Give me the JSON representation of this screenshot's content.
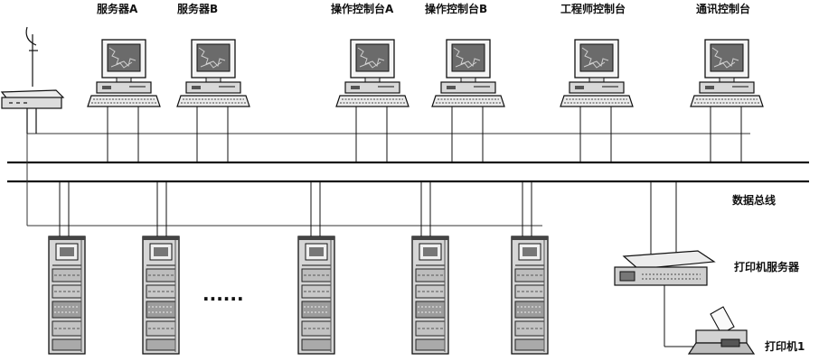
{
  "labels": {
    "server_a": "服务器A",
    "server_b": "服务器B",
    "op_console_a": "操作控制台A",
    "op_console_b": "操作控制台B",
    "engineer_console": "工程师控制台",
    "comm_console": "通讯控制台",
    "data_bus": "数据总线",
    "printer_server": "打印机服务器",
    "printer_1": "打印机1",
    "ellipsis": "······"
  }
}
